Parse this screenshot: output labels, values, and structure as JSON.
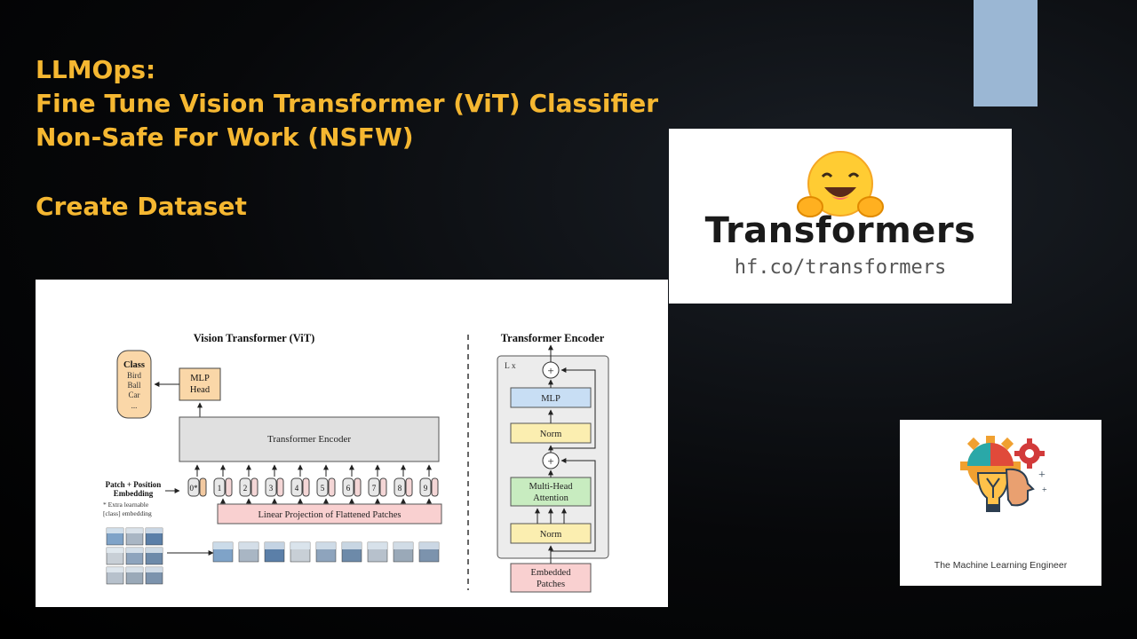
{
  "slide": {
    "title_lines": [
      "LLMOps:",
      "Fine Tune Vision Transformer (ViT) Classifier",
      "Non-Safe For Work (NSFW)"
    ],
    "subtitle": "Create Dataset",
    "colors": {
      "accent_text": "#f5b731",
      "accent_rect": "#9bb7d4",
      "background": "#000000"
    }
  },
  "vit_diagram": {
    "title": "Vision Transformer (ViT)",
    "class_box": {
      "title": "Class",
      "items": [
        "Bird",
        "Ball",
        "Car",
        "..."
      ]
    },
    "mlp_head": [
      "MLP",
      "Head"
    ],
    "encoder_label": "Transformer Encoder",
    "patch_embedding_label": [
      "Patch + Position",
      "Embedding"
    ],
    "extra_note": [
      "* Extra learnable",
      "[class] embedding"
    ],
    "position_tokens": [
      "0*",
      "1",
      "2",
      "3",
      "4",
      "5",
      "6",
      "7",
      "8",
      "9"
    ],
    "linear_projection": "Linear Projection of Flattened Patches"
  },
  "encoder_diagram": {
    "title": "Transformer Encoder",
    "repeat": "L x",
    "plus": "+",
    "mlp": "MLP",
    "norm": "Norm",
    "attention": [
      "Multi-Head",
      "Attention"
    ],
    "embedded": [
      "Embedded",
      "Patches"
    ]
  },
  "hf_logo": {
    "wordmark": "Transformers",
    "url": "hf.co/transformers",
    "icon": "hugging-face-emoji-icon"
  },
  "mle_logo": {
    "caption": "The Machine Learning Engineer",
    "icon": "gear-bulb-head-icon"
  }
}
